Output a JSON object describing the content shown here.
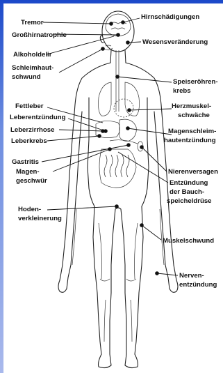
{
  "labels": {
    "tremor": "Tremor",
    "hirnschaedigungen": "Hirnschädigungen",
    "grosshirnatrophie": "Großhirnatrophie",
    "wesensveraenderung": "Wesensveränderung",
    "alkoholdelir": "Alkoholdelir",
    "schleimhautschwund_1": "Schleimhaut-",
    "schleimhautschwund_2": "schwund",
    "speiseroehrenkrebs_1": "Speiseröhren-",
    "speiseroehrenkrebs_2": "krebs",
    "fettleber": "Fettleber",
    "leberentzuendung": "Leberentzündung",
    "herzmuskelschwaeche_1": "Herzmuskel-",
    "herzmuskelschwaeche_2": "schwäche",
    "leberzirrhose": "Leberzirrhose",
    "magenschleimhaut_1": "Magenschleim-",
    "magenschleimhaut_2": "hautentzündung",
    "leberkrebs": "Leberkrebs",
    "gastritis": "Gastritis",
    "magengeschwuer_1": "Magen-",
    "magengeschwuer_2": "geschwür",
    "nierenversagen": "Nierenversagen",
    "bauchspeichel_1": "Entzündung",
    "bauchspeichel_2": "der Bauch-",
    "bauchspeichel_3": "speicheldrüse",
    "hodenverkleinerung_1": "Hoden-",
    "hodenverkleinerung_2": "verkleinerung",
    "muskelschwund": "Muskelschwund",
    "nervenentzuendung_1": "Nerven-",
    "nervenentzuendung_2": "entzündung"
  },
  "colors": {
    "frame_top": "#1b49c9",
    "frame_bottom": "#a9b9ec",
    "ink": "#111111"
  }
}
